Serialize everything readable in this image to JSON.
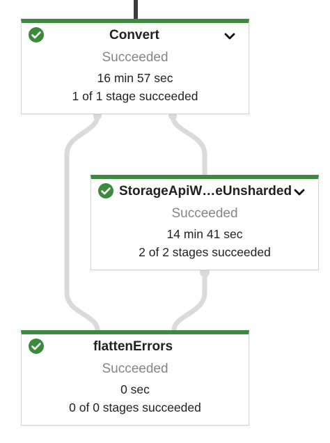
{
  "nodes": [
    {
      "title": "Convert",
      "status": "Succeeded",
      "duration": "16 min 57 sec",
      "stages": "1 of 1 stage succeeded",
      "status_icon": "check-circle-icon",
      "expand_icon": "chevron-down-icon"
    },
    {
      "title": "StorageApiW…eUnsharded",
      "status": "Succeeded",
      "duration": "14 min 41 sec",
      "stages": "2 of 2 stages succeeded",
      "status_icon": "check-circle-icon",
      "expand_icon": "chevron-down-icon"
    },
    {
      "title": "flattenErrors",
      "status": "Succeeded",
      "duration": "0 sec",
      "stages": "0 of 0 stages succeeded",
      "status_icon": "check-circle-icon"
    }
  ],
  "colors": {
    "success": "#3c8a3e",
    "edge": "#dadada",
    "incoming_edge": "#3c3c3c",
    "status_text": "#80868b"
  }
}
